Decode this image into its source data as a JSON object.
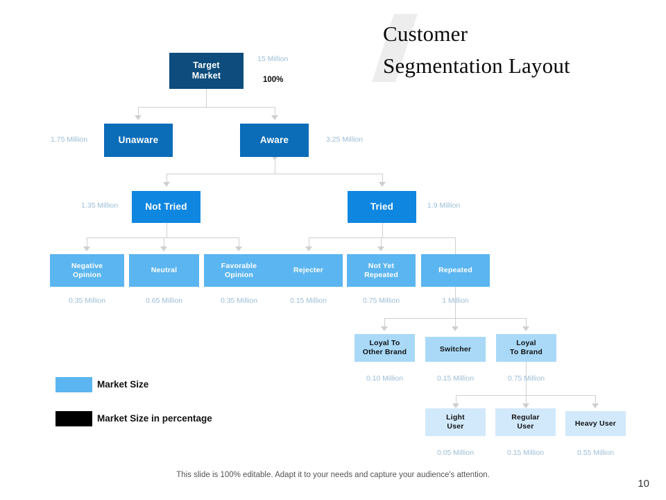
{
  "title": {
    "line1": "Customer",
    "line2": "Segmentation Layout"
  },
  "nodes": {
    "target_market": "Target\nMarket",
    "target_market_l1": "Target",
    "target_market_l2": "Market",
    "unaware": "Unaware",
    "aware": "Aware",
    "not_tried": "Not Tried",
    "tried": "Tried",
    "negative_opinion_l1": "Negative",
    "negative_opinion_l2": "Opinion",
    "neutral": "Neutral",
    "favorable_opinion_l1": "Favorable",
    "favorable_opinion_l2": "Opinion",
    "rejecter": "Rejecter",
    "not_yet_repeated_l1": "Not Yet",
    "not_yet_repeated_l2": "Repeated",
    "repeated": "Repeated",
    "loyal_other_brand_l1": "Loyal To",
    "loyal_other_brand_l2": "Other Brand",
    "switcher": "Switcher",
    "loyal_to_brand_l1": "Loyal",
    "loyal_to_brand_l2": "To Brand",
    "light_user_l1": "Light",
    "light_user_l2": "User",
    "regular_user_l1": "Regular",
    "regular_user_l2": "User",
    "heavy_user": "Heavy User"
  },
  "values": {
    "target_market_size": "15 Million",
    "target_market_pct": "100%",
    "unaware": "1.75 Million",
    "aware": "3.25 Million",
    "not_tried": "1.35 Million",
    "tried": "1.9 Million",
    "negative_opinion": "0.35 Million",
    "neutral": "0.65 Million",
    "favorable_opinion": "0.35 Million",
    "rejecter": "0.15 Million",
    "not_yet_repeated": "0.75 Million",
    "repeated": "1 Million",
    "loyal_other_brand": "0.10 Million",
    "switcher": "0.15 Million",
    "loyal_to_brand": "0.75 Million",
    "light_user": "0.05 Million",
    "regular_user": "0.15 Million",
    "heavy_user": "0.55 Million"
  },
  "legend": {
    "market_size_label": "Market Size",
    "market_size_color": "#5bb5f0",
    "market_size_pct_label": "Market Size in percentage",
    "market_size_pct_color": "#000000"
  },
  "footer": {
    "note": "This slide is 100% editable. Adapt it to your needs and capture your audience's attention.",
    "page_number": "10"
  },
  "colors": {
    "level0": "#0d4c7c",
    "level1": "#0b6cb8",
    "level2": "#0f86e0",
    "level3": "#5bb5f0",
    "level4": "#a9d9f7",
    "level5": "#d2e9fb",
    "connector": "#cfcfcf",
    "value_text": "#9bbdd6"
  }
}
